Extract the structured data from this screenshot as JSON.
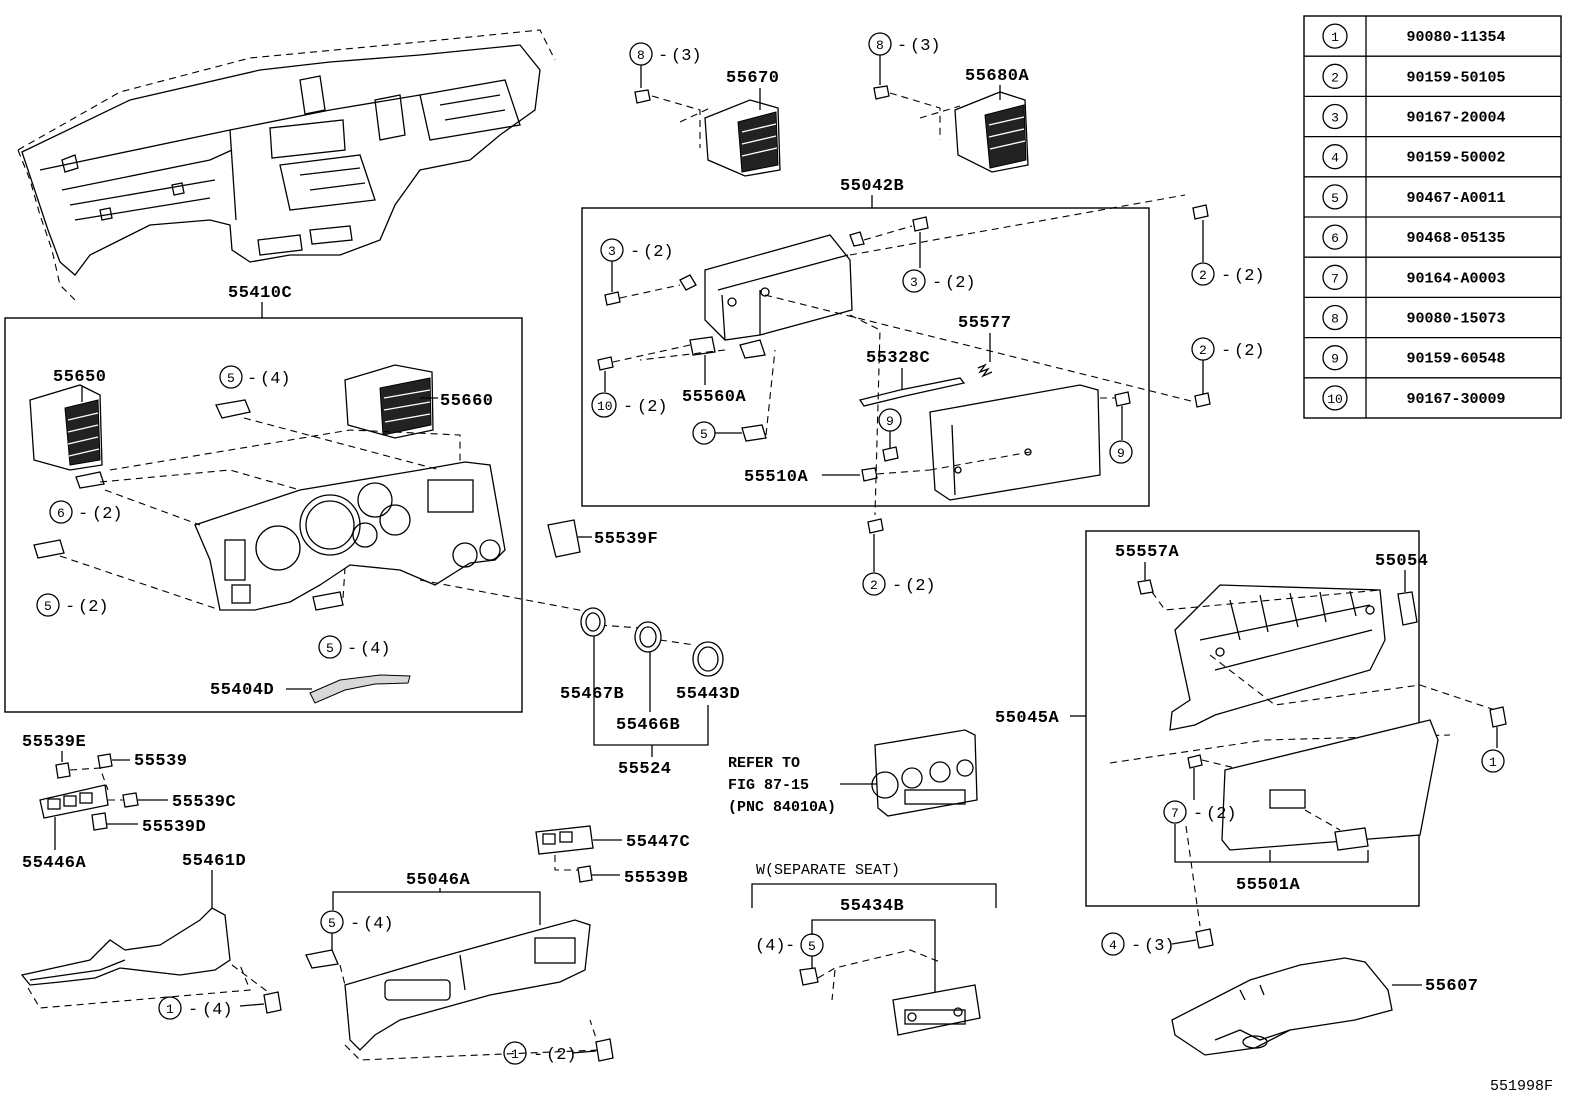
{
  "labels": {
    "p55670": "55670",
    "p55680A": "55680A",
    "p55042B": "55042B",
    "p55410C": "55410C",
    "p55577": "55577",
    "p55328C": "55328C",
    "p55560A": "55560A",
    "p55510A": "55510A",
    "p55650": "55650",
    "p55660": "55660",
    "p55539F": "55539F",
    "p55404D": "55404D",
    "p55467B": "55467B",
    "p55466B": "55466B",
    "p55443D": "55443D",
    "p55524": "55524",
    "p55557A": "55557A",
    "p55054": "55054",
    "p55045A": "55045A",
    "p55501A": "55501A",
    "p55539E": "55539E",
    "p55539": "55539",
    "p55539C": "55539C",
    "p55539D": "55539D",
    "p55446A": "55446A",
    "p55461D": "55461D",
    "p55046A": "55046A",
    "p55447C": "55447C",
    "p55539B": "55539B",
    "p55434B": "55434B",
    "p55607": "55607"
  },
  "qty": {
    "minus": "-",
    "q3": "(3)",
    "q2": "(2)",
    "q4": "(4)",
    "q4_plain": "(4)"
  },
  "callout_numbers": {
    "c1": "1",
    "c2": "2",
    "c3": "3",
    "c4": "4",
    "c5": "5",
    "c6": "6",
    "c7": "7",
    "c8": "8",
    "c9": "9",
    "c10": "10"
  },
  "notes": {
    "refer_line1": "REFER TO",
    "refer_line2": "FIG 87-15",
    "refer_line3": "(PNC 84010A)",
    "separate_seat": "W(SEPARATE SEAT)"
  },
  "fastener_table": [
    {
      "no": "1",
      "part": "90080-11354"
    },
    {
      "no": "2",
      "part": "90159-50105"
    },
    {
      "no": "3",
      "part": "90167-20004"
    },
    {
      "no": "4",
      "part": "90159-50002"
    },
    {
      "no": "5",
      "part": "90467-A0011"
    },
    {
      "no": "6",
      "part": "90468-05135"
    },
    {
      "no": "7",
      "part": "90164-A0003"
    },
    {
      "no": "8",
      "part": "90080-15073"
    },
    {
      "no": "9",
      "part": "90159-60548"
    },
    {
      "no": "10",
      "part": "90167-30009"
    }
  ],
  "figure_ref": "551998F"
}
